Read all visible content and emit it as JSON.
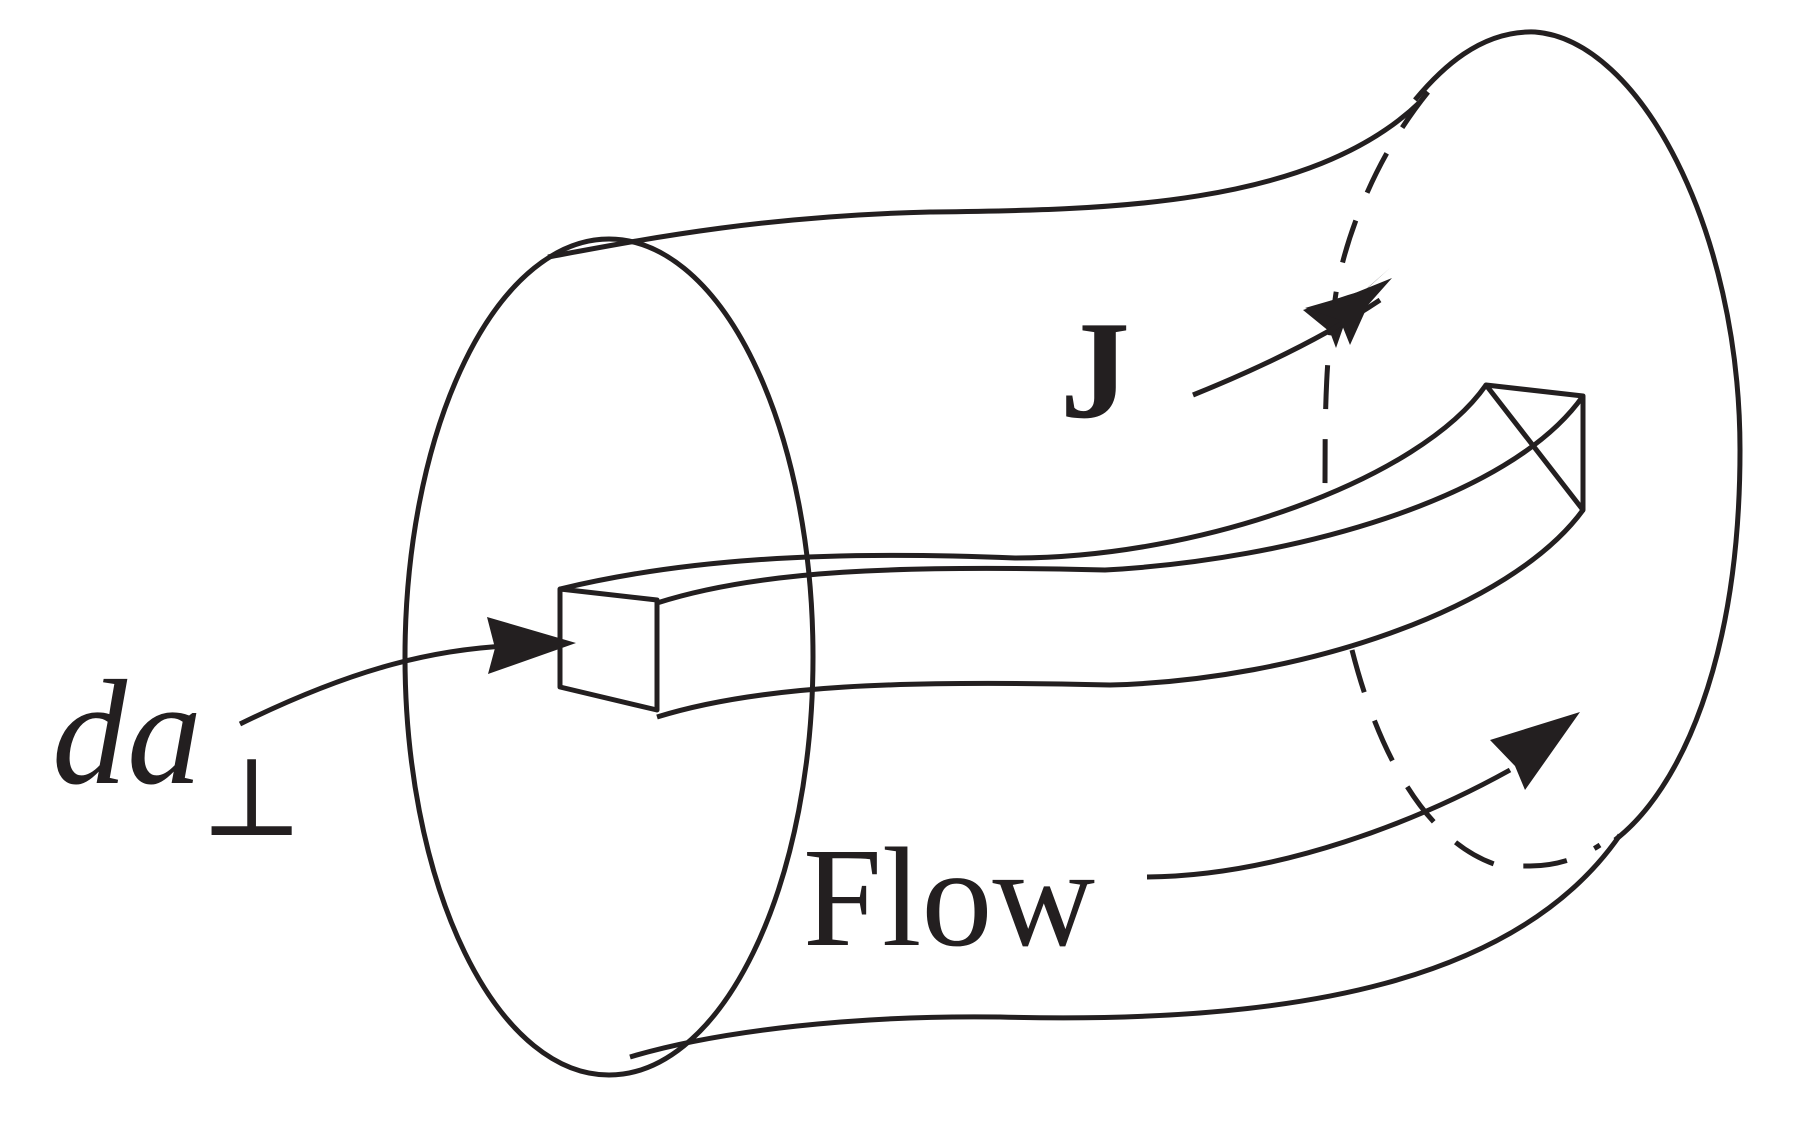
{
  "labels": {
    "current": "J",
    "flow": "Flow",
    "area": "da",
    "area_subscript": "⊥"
  }
}
